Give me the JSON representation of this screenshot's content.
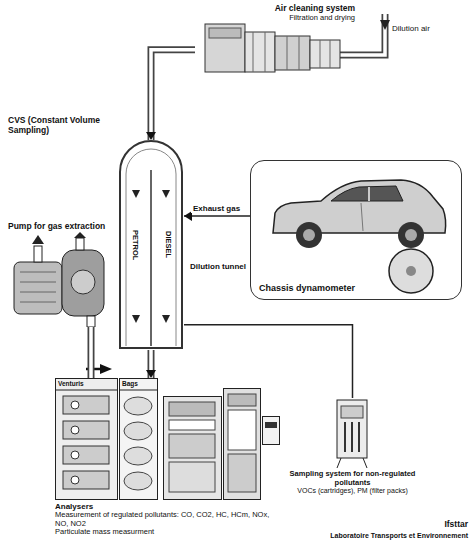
{
  "diagram": {
    "nodes": [
      {
        "text": [
          "Air cleaning system",
          "Filtration and drying"
        ]
      },
      {
        "text": [
          "PETROL",
          "DIESEL"
        ]
      },
      {
        "text": [
          "Chassis dynamometer"
        ]
      },
      {
        "text": [
          "Pump for gas extraction"
        ]
      },
      {
        "text": [
          "Analysers",
          "Measurement of regulated pollutants: CO, CO2, HC, HCm, NOx, NO, NO2",
          "Particulate mass measurment"
        ]
      },
      {
        "text": [
          "Sampling system for non-regulated pollutants",
          "VOCs (cartridges), PM (filter packs)"
        ]
      }
    ],
    "edges": [
      {
        "from": 0,
        "to": 1,
        "arrow": "to"
      },
      {
        "from": 2,
        "to": 1,
        "label": "Exhaust gas",
        "arrow": "to"
      },
      {
        "from": 1,
        "to": 4,
        "arrow": "to"
      },
      {
        "from": 1,
        "to": 5,
        "arrow": "none"
      },
      {
        "from": 4,
        "to": 3,
        "arrow": "none"
      }
    ],
    "labels": [
      "CVS (Constant Volume Sampling)",
      "Dilution air",
      "Dilution tunnel",
      "Venturis",
      "Bags",
      "Ifsttar",
      "Laboratoire Transports et Environnement"
    ]
  }
}
